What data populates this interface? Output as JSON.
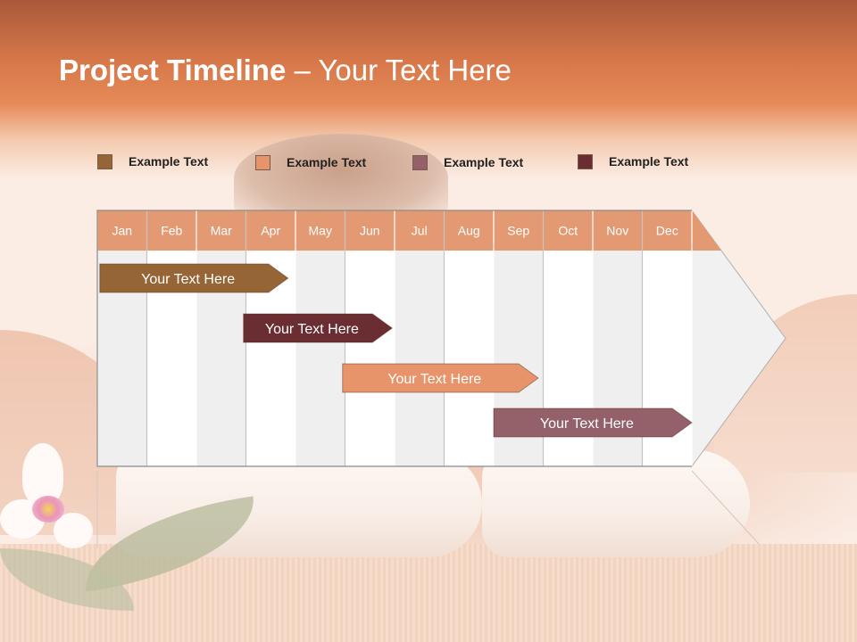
{
  "title": {
    "strong": "Project Timeline",
    "rest": " – Your Text Here"
  },
  "legend": [
    {
      "label": "Example Text",
      "color": "#966536"
    },
    {
      "label": "Example Text",
      "color": "#e8946a"
    },
    {
      "label": "Example Text",
      "color": "#94606a"
    },
    {
      "label": "Example Text",
      "color": "#692d32"
    }
  ],
  "colors": {
    "header": "#e39a73",
    "column_odd": "#efefef",
    "column_even": "#ffffff",
    "divider": "#c4c4c4"
  },
  "months": [
    "Jan",
    "Feb",
    "Mar",
    "Apr",
    "May",
    "Jun",
    "Jul",
    "Aug",
    "Sep",
    "Oct",
    "Nov",
    "Dec"
  ],
  "tasks": [
    {
      "label": "Your  Text Here",
      "start_month": 1.05,
      "end_month": 4.85,
      "color": "#966536"
    },
    {
      "label": "Your  Text Here",
      "start_month": 3.95,
      "end_month": 6.95,
      "color": "#692d32"
    },
    {
      "label": "Your  Text Here",
      "start_month": 5.95,
      "end_month": 9.9,
      "color": "#e8946a"
    },
    {
      "label": "Your  Text Here",
      "start_month": 9.0,
      "end_month": 13.0,
      "color": "#94606a"
    }
  ]
}
